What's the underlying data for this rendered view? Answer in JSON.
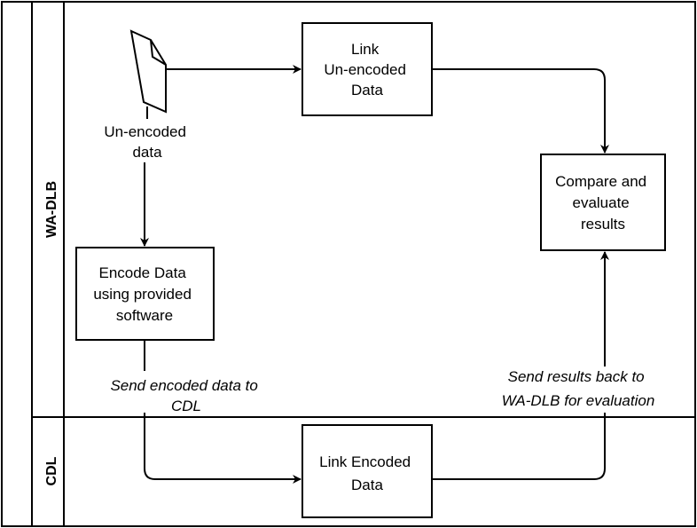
{
  "lanes": [
    {
      "id": "wa-dlb",
      "label": "WA-DLB"
    },
    {
      "id": "cdl",
      "label": "CDL"
    }
  ],
  "nodes": {
    "document": {
      "label_lines": [
        "Un-encoded",
        "data"
      ],
      "icon": "document-icon"
    },
    "link_unencoded": {
      "label_lines": [
        "Link",
        "Un-encoded",
        "Data"
      ]
    },
    "compare": {
      "label_lines": [
        "Compare and",
        "evaluate",
        "results"
      ]
    },
    "encode": {
      "label_lines": [
        "Encode Data",
        "using provided",
        "software"
      ]
    },
    "link_encoded": {
      "label_lines": [
        "Link Encoded",
        "Data"
      ]
    }
  },
  "edges": {
    "send_encoded": {
      "label_lines": [
        "Send encoded data to",
        "CDL"
      ]
    },
    "send_results": {
      "label_lines": [
        "Send results back to",
        "WA-DLB for evaluation"
      ]
    }
  },
  "colors": {
    "stroke": "#000000",
    "background": "#ffffff"
  }
}
